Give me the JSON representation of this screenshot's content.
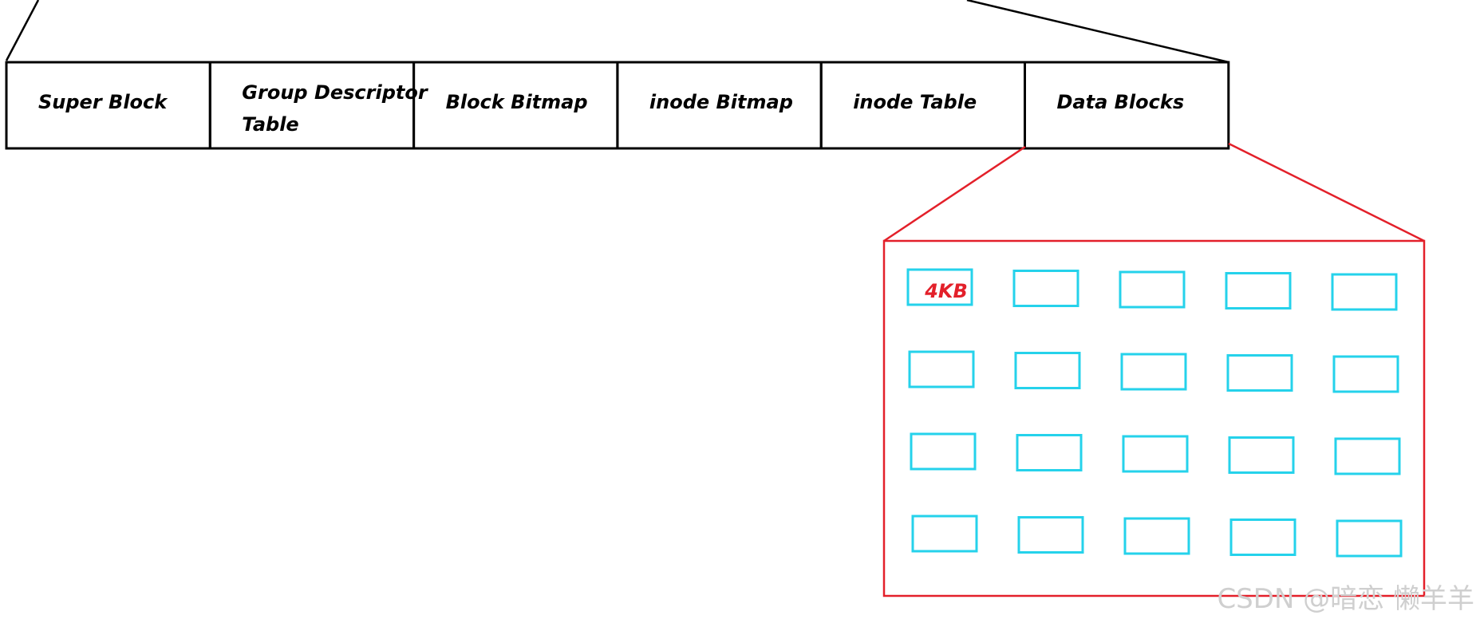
{
  "block_group": {
    "segments": [
      {
        "label_lines": [
          "Super Block"
        ]
      },
      {
        "label_lines": [
          "Group Descriptor",
          "Table"
        ]
      },
      {
        "label_lines": [
          "Block Bitmap"
        ]
      },
      {
        "label_lines": [
          "inode  Bitmap"
        ]
      },
      {
        "label_lines": [
          "inode Table"
        ]
      },
      {
        "label_lines": [
          "Data Blocks"
        ]
      }
    ]
  },
  "data_blocks_detail": {
    "rows": 4,
    "columns": 5,
    "block_size_label": "4KB"
  },
  "watermark": "CSDN @暗恋 懒羊羊",
  "colors": {
    "outline": "#000000",
    "zoom": "#e3202a",
    "block": "#25d2eb",
    "watermark": "#cfcfcf"
  }
}
